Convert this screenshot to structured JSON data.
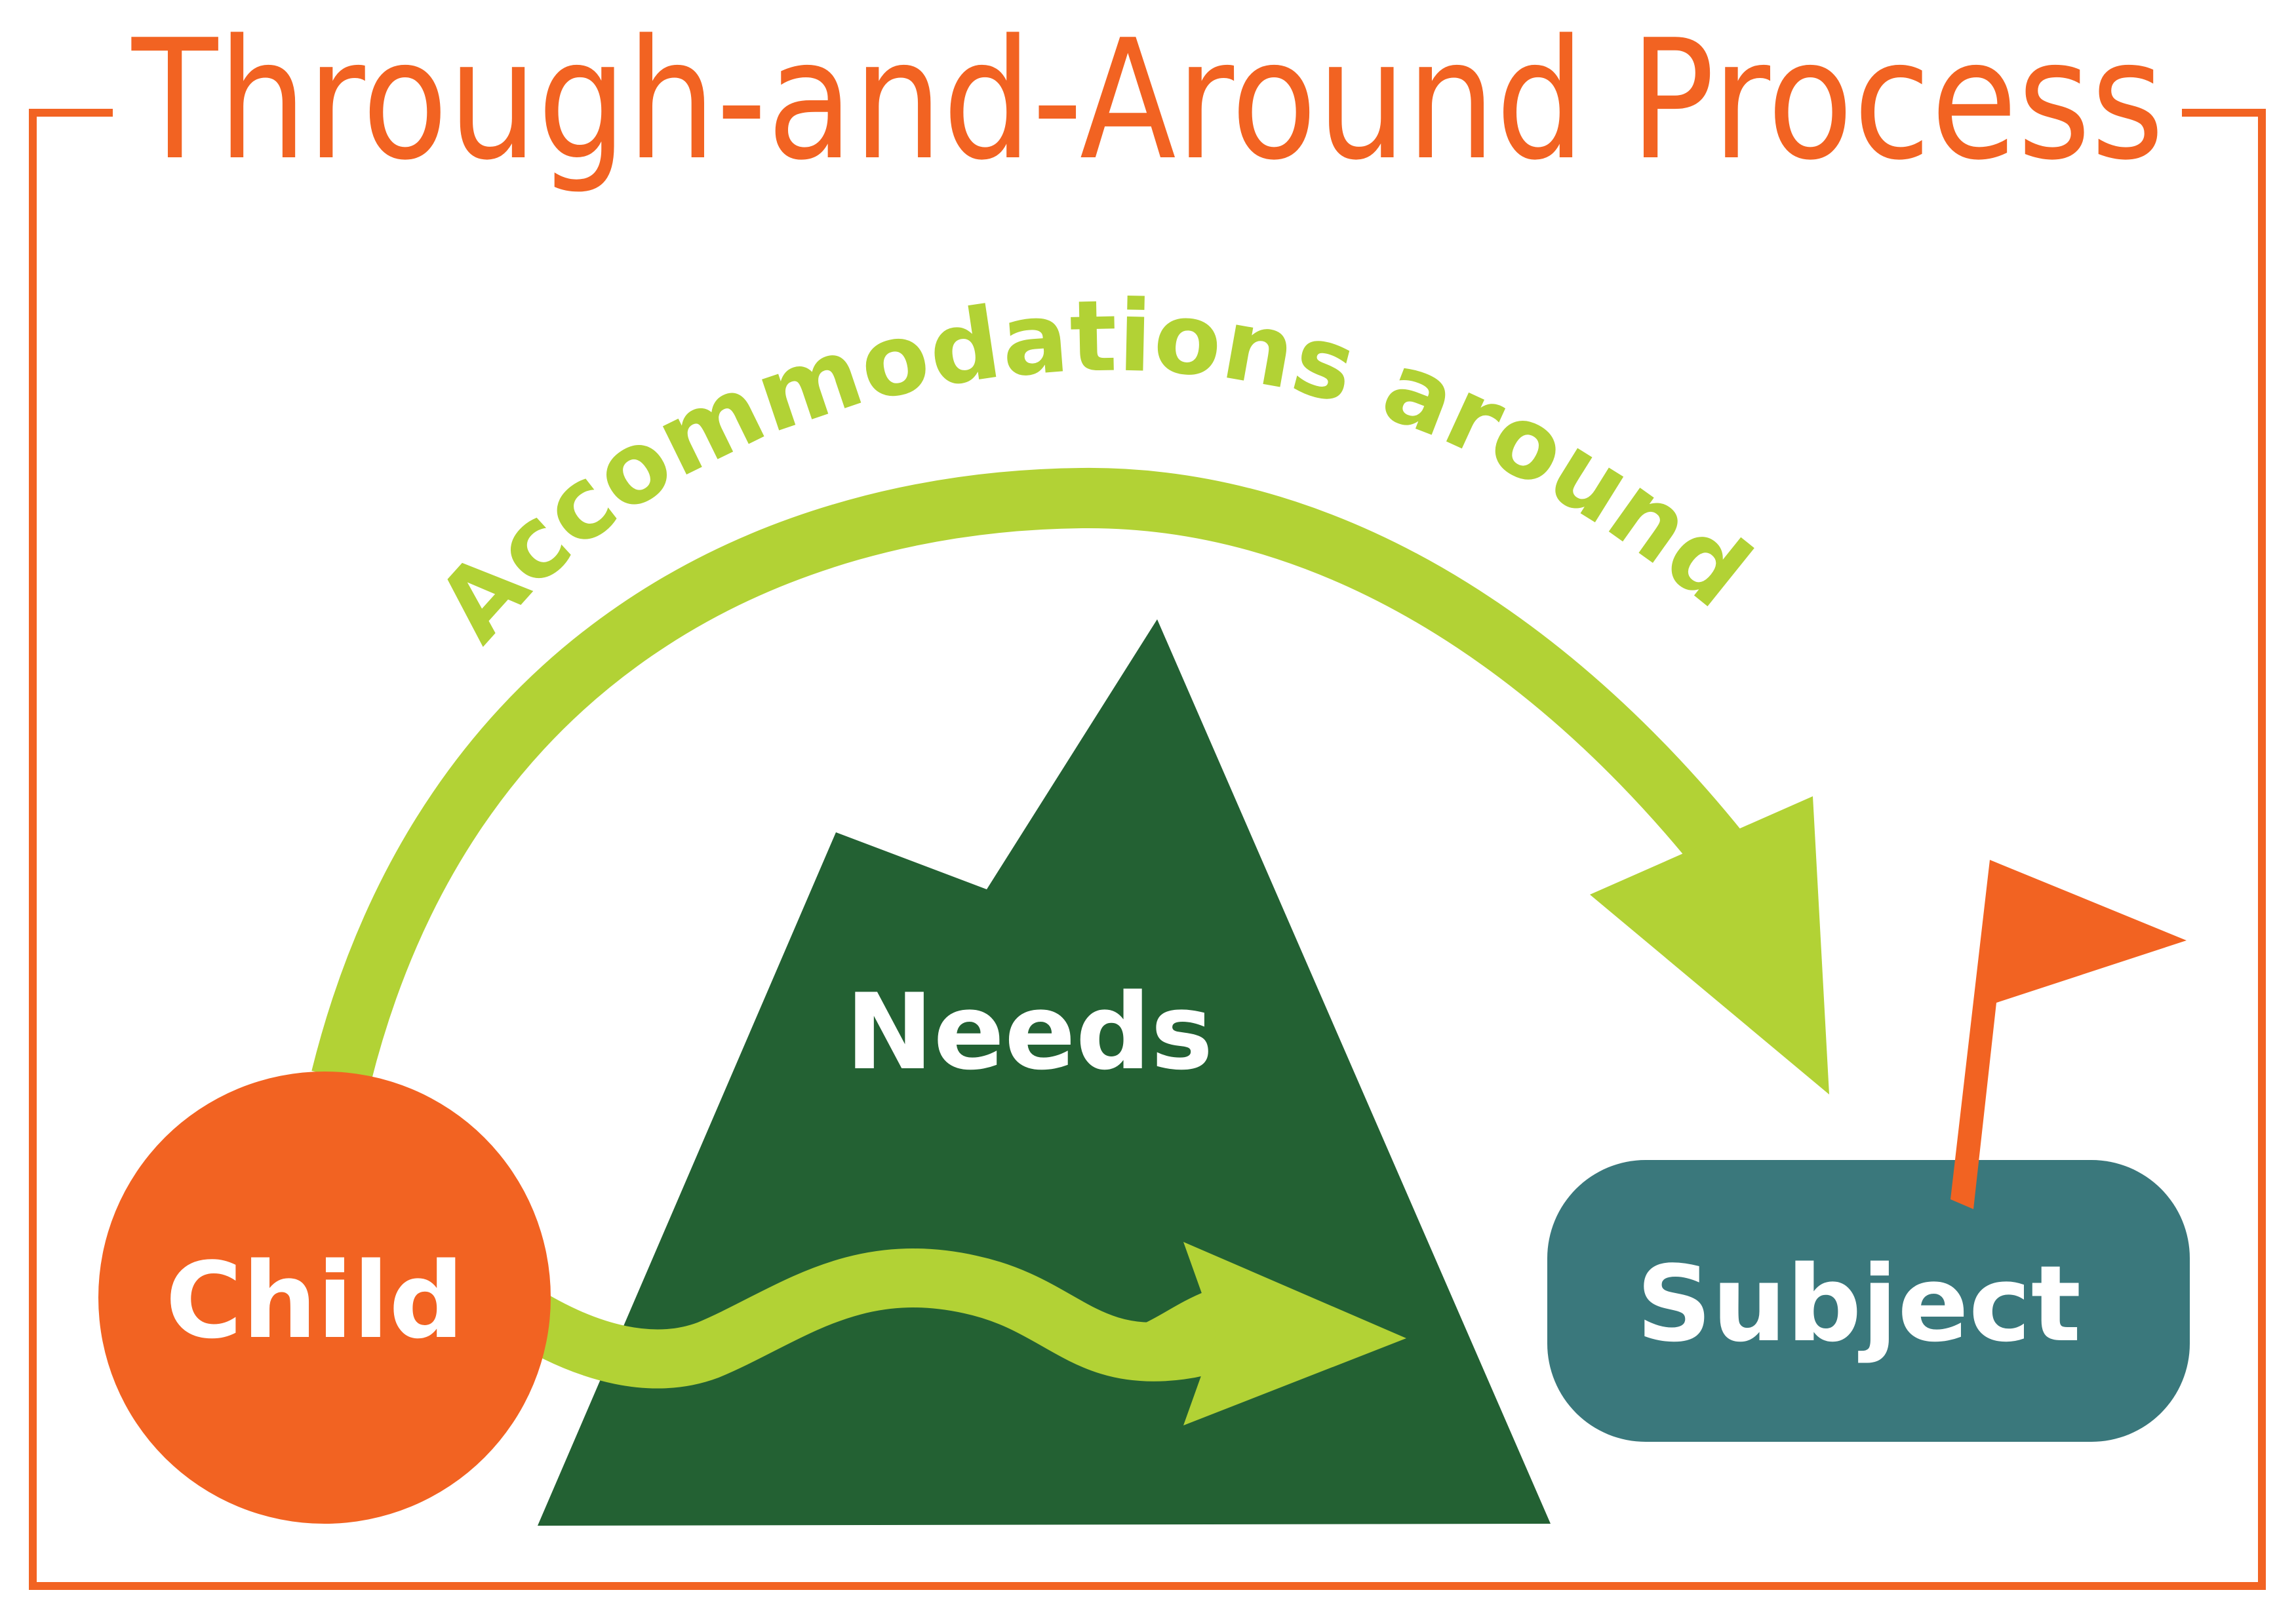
{
  "title": "Through-and-Around Process",
  "arc_label": "Accommodations around",
  "nodes": {
    "child": "Child",
    "needs": "Needs",
    "subject": "Subject"
  },
  "colors": {
    "orange": "#F26322",
    "light_green": "#B2D235",
    "dark_green": "#236133",
    "teal": "#3A787C",
    "white": "#FFFFFF"
  }
}
